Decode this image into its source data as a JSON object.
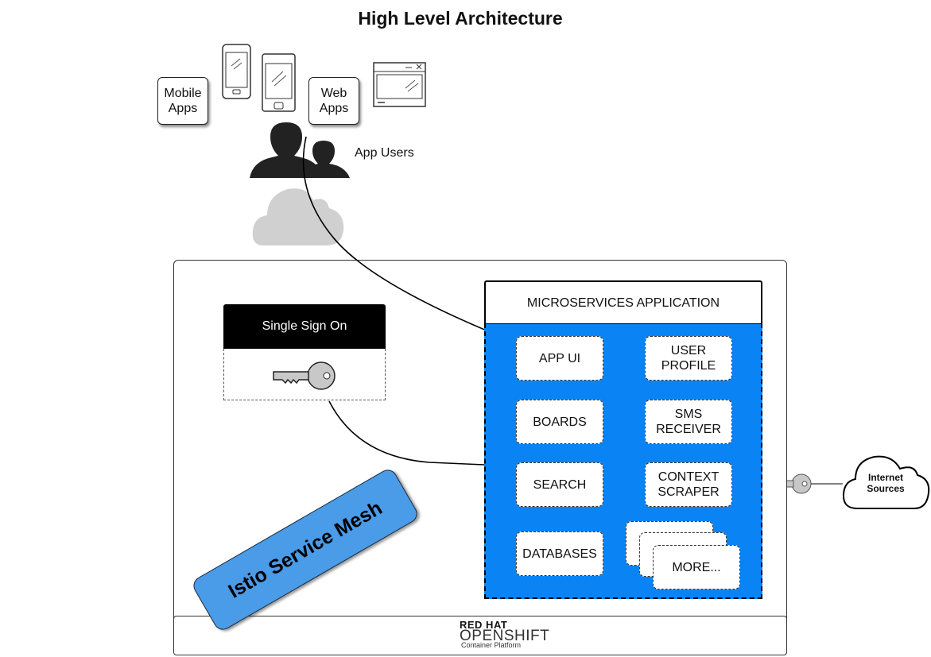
{
  "title": "High Level Architecture",
  "clients": {
    "mobile_apps": "Mobile\nApps",
    "web_apps": "Web\nApps",
    "users_label": "App Users"
  },
  "sso": {
    "title": "Single Sign On"
  },
  "microservices": {
    "title": "MICROSERVICES APPLICATION",
    "services": {
      "app_ui": "APP UI",
      "user_profile": "USER\nPROFILE",
      "boards": "BOARDS",
      "sms_receiver": "SMS\nRECEIVER",
      "search": "SEARCH",
      "context_scraper": "CONTEXT\nSCRAPER",
      "databases": "DATABASES",
      "more": "MORE..."
    }
  },
  "mesh_label": "Istio Service Mesh",
  "internet_sources": "Internet\nSources",
  "platform": {
    "brand_top": "RED HAT",
    "brand_main": "OPENSHIFT",
    "brand_sub": "Container Platform"
  },
  "colors": {
    "microservices_bg": "#0a84f5",
    "mesh_bg": "#4a9be8",
    "cloud_gray": "#d0d0d0",
    "redhat_red": "#e0001b"
  }
}
